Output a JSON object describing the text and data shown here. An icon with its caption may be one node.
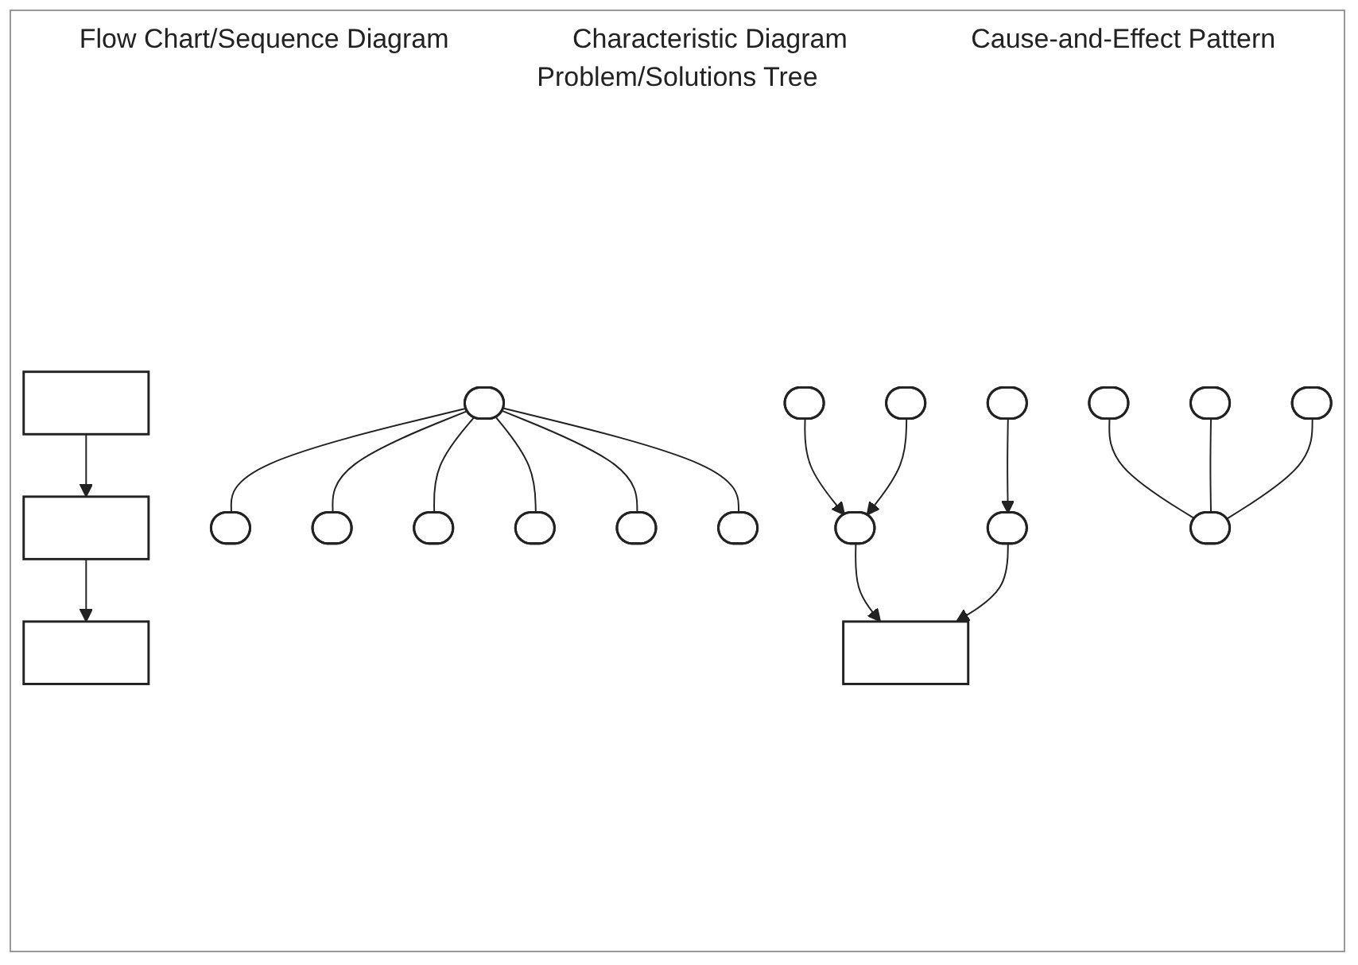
{
  "diagram": {
    "nodes": [
      {
        "text": [],
        "shape": "box"
      },
      {
        "text": [],
        "shape": "box"
      },
      {
        "text": [],
        "shape": "box"
      },
      {
        "text": [],
        "shape": "ellipse"
      },
      {
        "text": [],
        "shape": "ellipse"
      },
      {
        "text": [],
        "shape": "ellipse"
      },
      {
        "text": [],
        "shape": "ellipse"
      },
      {
        "text": [],
        "shape": "ellipse"
      },
      {
        "text": [],
        "shape": "ellipse"
      },
      {
        "text": [],
        "shape": "ellipse"
      },
      {
        "text": [],
        "shape": "ellipse"
      },
      {
        "text": [],
        "shape": "ellipse"
      },
      {
        "text": [],
        "shape": "ellipse"
      },
      {
        "text": [],
        "shape": "ellipse"
      },
      {
        "text": [],
        "shape": "ellipse"
      },
      {
        "text": [],
        "shape": "box"
      },
      {
        "text": [],
        "shape": "ellipse"
      },
      {
        "text": [],
        "shape": "ellipse"
      },
      {
        "text": [],
        "shape": "ellipse"
      },
      {
        "text": [],
        "shape": "ellipse"
      }
    ],
    "edges": [
      {
        "from": 0,
        "to": 1,
        "arrow": "to"
      },
      {
        "from": 1,
        "to": 2,
        "arrow": "to"
      },
      {
        "from": 6,
        "to": 3,
        "arrow": "none"
      },
      {
        "from": 6,
        "to": 4,
        "arrow": "none"
      },
      {
        "from": 6,
        "to": 5,
        "arrow": "none"
      },
      {
        "from": 6,
        "to": 7,
        "arrow": "none"
      },
      {
        "from": 6,
        "to": 8,
        "arrow": "none"
      },
      {
        "from": 6,
        "to": 9,
        "arrow": "none"
      },
      {
        "from": 10,
        "to": 13,
        "arrow": "to"
      },
      {
        "from": 11,
        "to": 13,
        "arrow": "to"
      },
      {
        "from": 12,
        "to": 14,
        "arrow": "to"
      },
      {
        "from": 13,
        "to": 15,
        "arrow": "to"
      },
      {
        "from": 14,
        "to": 15,
        "arrow": "to"
      },
      {
        "from": 16,
        "to": 19,
        "arrow": "none"
      },
      {
        "from": 17,
        "to": 19,
        "arrow": "none"
      },
      {
        "from": 18,
        "to": 19,
        "arrow": "none"
      }
    ],
    "labels": [
      "Flow Chart/Sequence Diagram",
      "Characteristic Diagram",
      "Cause-and-Effect Pattern",
      "Problem/Solutions Tree"
    ]
  }
}
